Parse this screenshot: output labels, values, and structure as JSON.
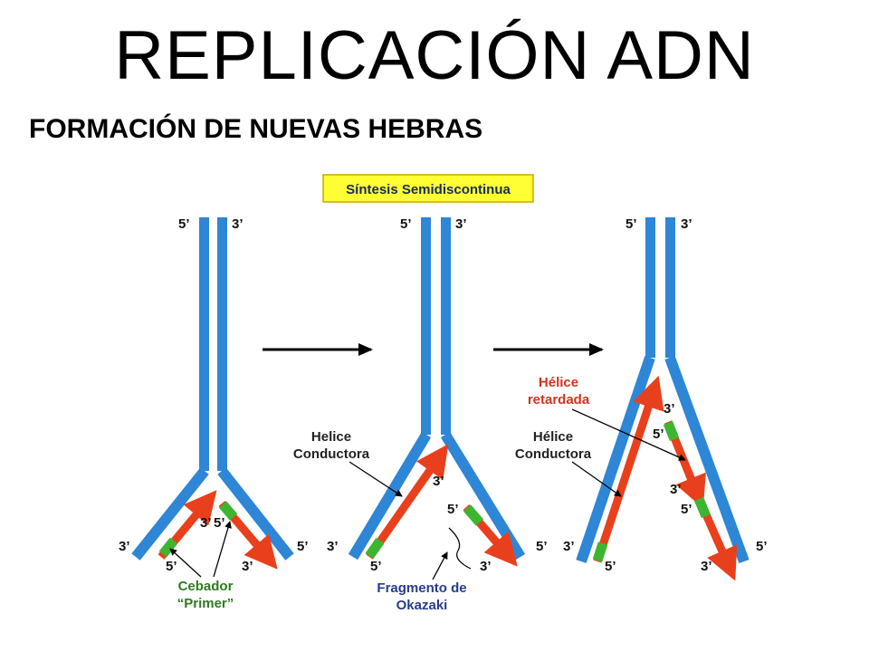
{
  "title": "REPLICACIÓN ADN",
  "subtitle": "FORMACIÓN DE NUEVAS HEBRAS",
  "banner": "Síntesis Semidiscontinua",
  "ends": {
    "five": "5’",
    "three": "3’"
  },
  "callouts": {
    "helice_conductora_1": [
      "Helice",
      "Conductora"
    ],
    "helice_conductora_2": [
      "Hélice",
      "Conductora"
    ],
    "helice_retardada": [
      "Hélice",
      "retardada"
    ],
    "cebador": [
      "Cebador",
      "“Primer”"
    ],
    "okazaki": [
      "Fragmento de",
      "Okazaki"
    ]
  },
  "colors": {
    "strand": "#2e86d6",
    "strand_dark": "#1a5fa8",
    "new_strand": "#e8401c",
    "primer": "#3db531",
    "banner_bg": "#ffff33",
    "arrow": "#000000"
  }
}
